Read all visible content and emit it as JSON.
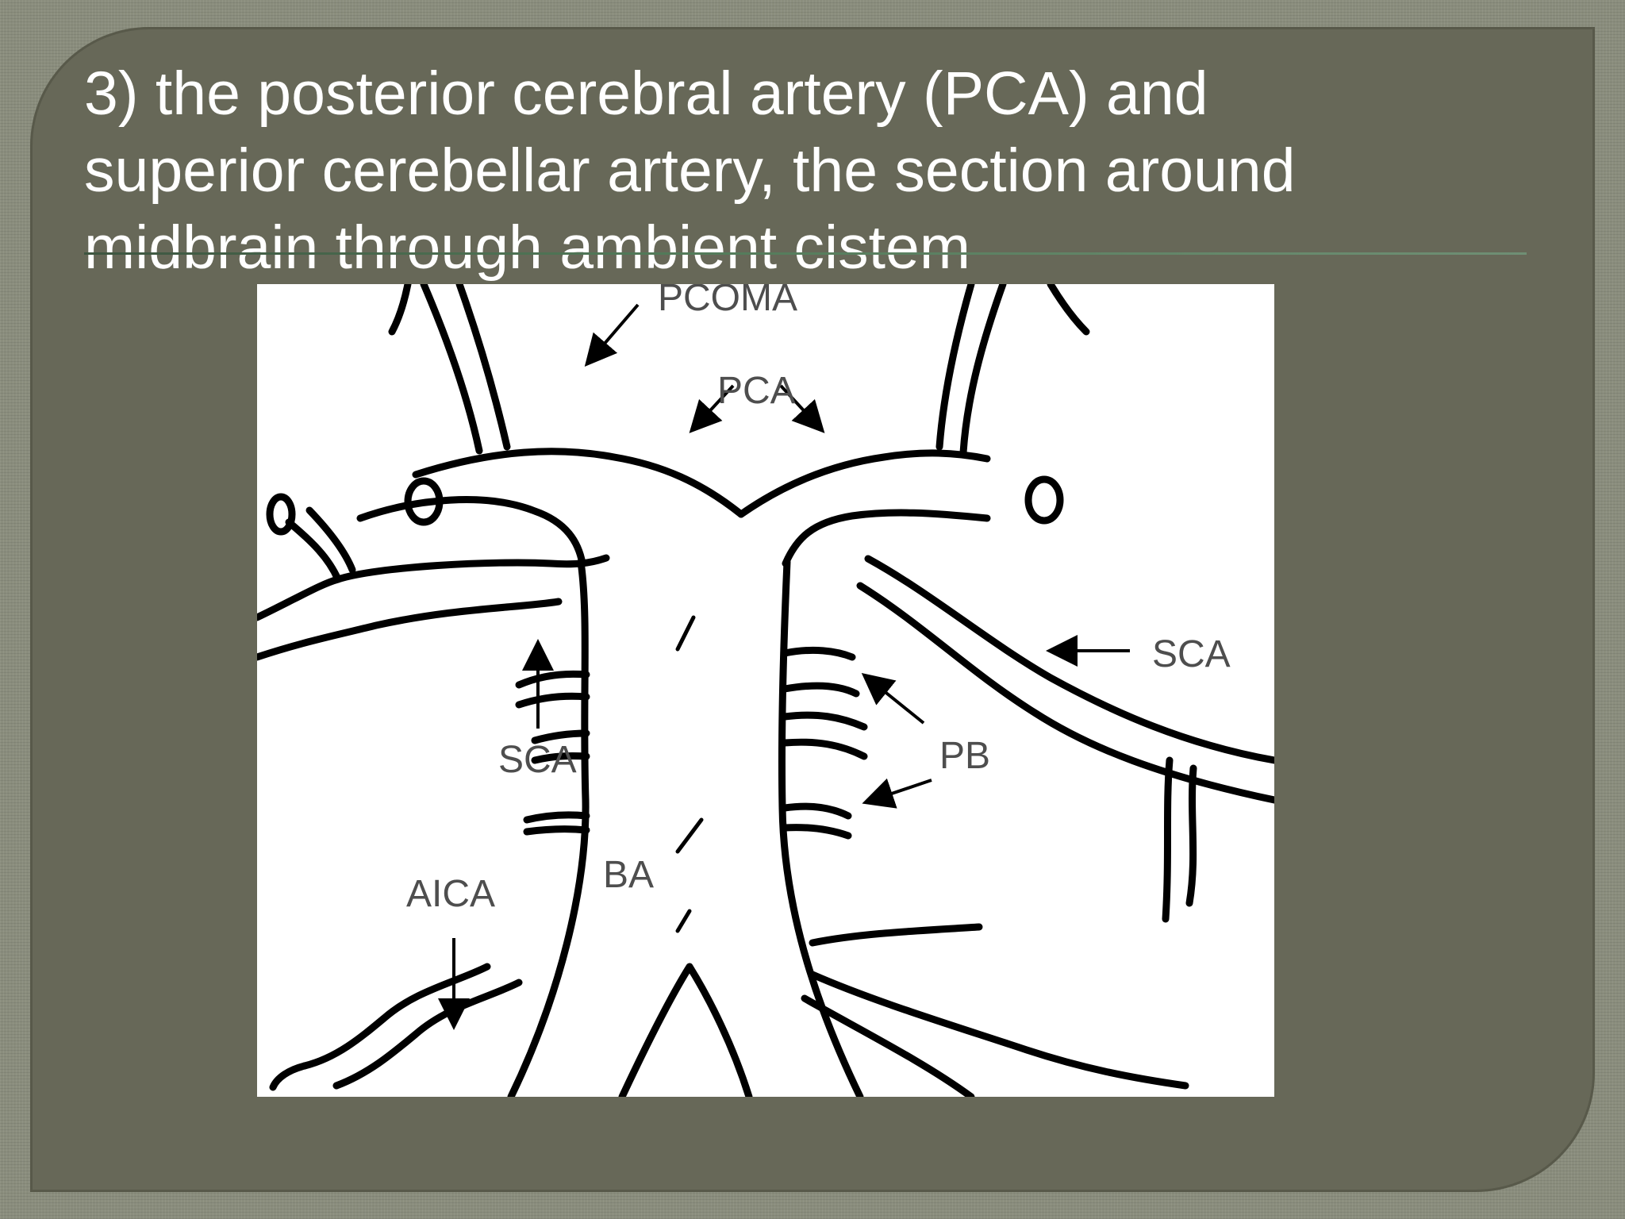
{
  "slide": {
    "title_lines": [
      "3) the posterior cerebral artery (PCA) and",
      "superior cerebellar artery, the section around",
      "midbrain through ambient cistem"
    ]
  },
  "diagram": {
    "labels": {
      "pcoma": "PCOMA",
      "pca": "PCA",
      "sca_left": "SCA",
      "sca_right": "SCA",
      "pb": "PB",
      "ba": "BA",
      "aica": "AICA"
    }
  },
  "colors": {
    "outer_background": "#8a8d7d",
    "panel": "#676858",
    "title_text": "#ffffff",
    "rule": "#527a59",
    "diagram_background": "#ffffff",
    "ink": "#000000",
    "label_text": "#4e4e4e"
  }
}
